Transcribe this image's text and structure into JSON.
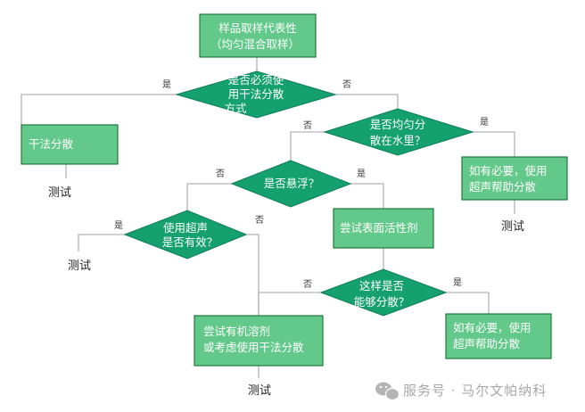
{
  "nodes": {
    "start": [
      "样品取样代表性",
      "（均匀混合取样）"
    ],
    "dry_q": [
      "是否必须使",
      "用干法分散",
      "方式"
    ],
    "dry_box": [
      "干法分散"
    ],
    "uniform_q": [
      "是否均匀分",
      "散在水里？"
    ],
    "ultra_box_1": [
      "如有必要，使用",
      "超声帮助分散"
    ],
    "suspend_q": [
      "是否悬浮？"
    ],
    "ultra_q": [
      "使用超声",
      "是否有效？"
    ],
    "surfactant_box": [
      "尝试表面活性剂"
    ],
    "enough_q": [
      "这样是否",
      "能够分散？"
    ],
    "solvent_box": [
      "尝试有机溶剂",
      "或考虑使用干法分散"
    ],
    "ultra_box_2": [
      "如有必要，使用",
      "超声帮助分散"
    ]
  },
  "outcomes": {
    "test_1": "测试",
    "test_2": "测试",
    "test_3": "测试",
    "test_4": "测试"
  },
  "labels": {
    "yes": "是",
    "no": "否"
  },
  "watermark": {
    "text": "服务号 · 马尔文帕纳科",
    "icon": "wechat-icon"
  }
}
